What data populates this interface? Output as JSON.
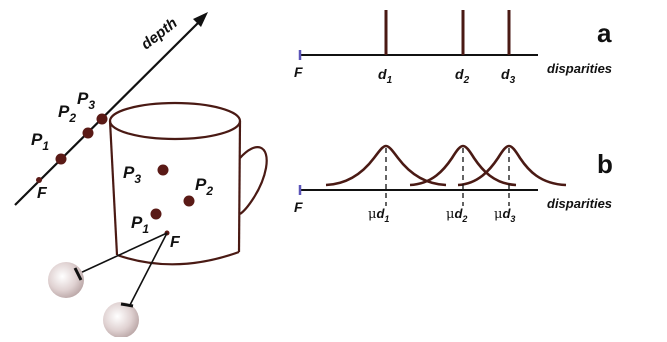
{
  "colors": {
    "ink": "#111111",
    "mug": "#4a1a14",
    "dot": "#5a1a16",
    "marker": "#5b55b8",
    "eye_fill": "#d8c8c8"
  },
  "left": {
    "depth_label": "depth",
    "points": [
      {
        "label": "P",
        "sub": "1"
      },
      {
        "label": "P",
        "sub": "2"
      },
      {
        "label": "P",
        "sub": "3"
      },
      {
        "label": "F",
        "sub": ""
      }
    ],
    "mug_points": [
      {
        "label": "P",
        "sub": "3"
      },
      {
        "label": "P",
        "sub": "2"
      },
      {
        "label": "P",
        "sub": "1"
      },
      {
        "label": "F",
        "sub": ""
      }
    ]
  },
  "panel_a": {
    "letter": "a",
    "origin_label": "F",
    "axis_label": "disparities",
    "ticks": [
      {
        "label": "d",
        "sub": "1"
      },
      {
        "label": "d",
        "sub": "2"
      },
      {
        "label": "d",
        "sub": "3"
      }
    ]
  },
  "panel_b": {
    "letter": "b",
    "origin_label": "F",
    "axis_label": "disparities",
    "mu": "μ",
    "ticks": [
      {
        "label": "d",
        "sub": "1"
      },
      {
        "label": "d",
        "sub": "2"
      },
      {
        "label": "d",
        "sub": "3"
      }
    ]
  }
}
